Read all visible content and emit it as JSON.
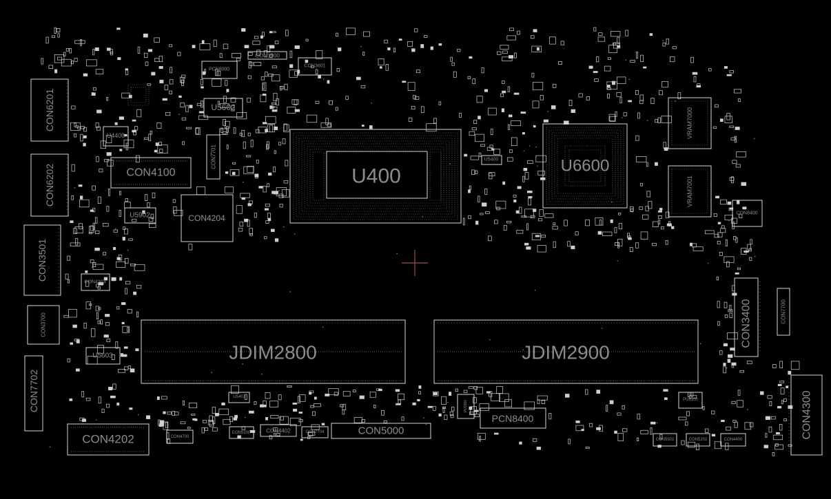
{
  "board": {
    "background_color": "#000000",
    "outline_color": "#d9d9d9",
    "label_color": "#8c8c8c",
    "cursor_color": "#a05050",
    "components": {
      "u400": "U400",
      "u6600": "U6600",
      "jdim2800": "JDIM2800",
      "jdim2900": "JDIM2900",
      "con4100": "CON4100",
      "con4204": "CON4204",
      "con4202": "CON4202",
      "con5000": "CON5000",
      "pcn8400": "PCN8400",
      "con6201": "CON6201",
      "con6202": "CON6202",
      "con3501": "CON3501",
      "con3700": "CON3700",
      "con7702": "CON7702",
      "con3400": "CON3400",
      "con4300": "CON4300",
      "con7700": "CON7700",
      "vram7000": "VRAM7000",
      "vram7001": "VRAM7001",
      "con1900": "CON1900",
      "pcn8000": "PCN8000",
      "con3601": "CON3601",
      "u5602": "U5602",
      "con7701": "CON7701",
      "u5400": "U5400",
      "u4400": "U4400",
      "u5902": "U5902",
      "u5603": "U5603",
      "con4203": "CON4203",
      "u5403": "U5403",
      "con4700": "CON4700",
      "con5200": "CON5200",
      "con4402": "CON4402",
      "con7704": "CON7704",
      "con8400": "CON8400",
      "pu8100": "PU8100",
      "con5502": "CON5502",
      "con5202": "CON5202",
      "con4400": "CON4400",
      "pu3900": "PU3900"
    }
  }
}
